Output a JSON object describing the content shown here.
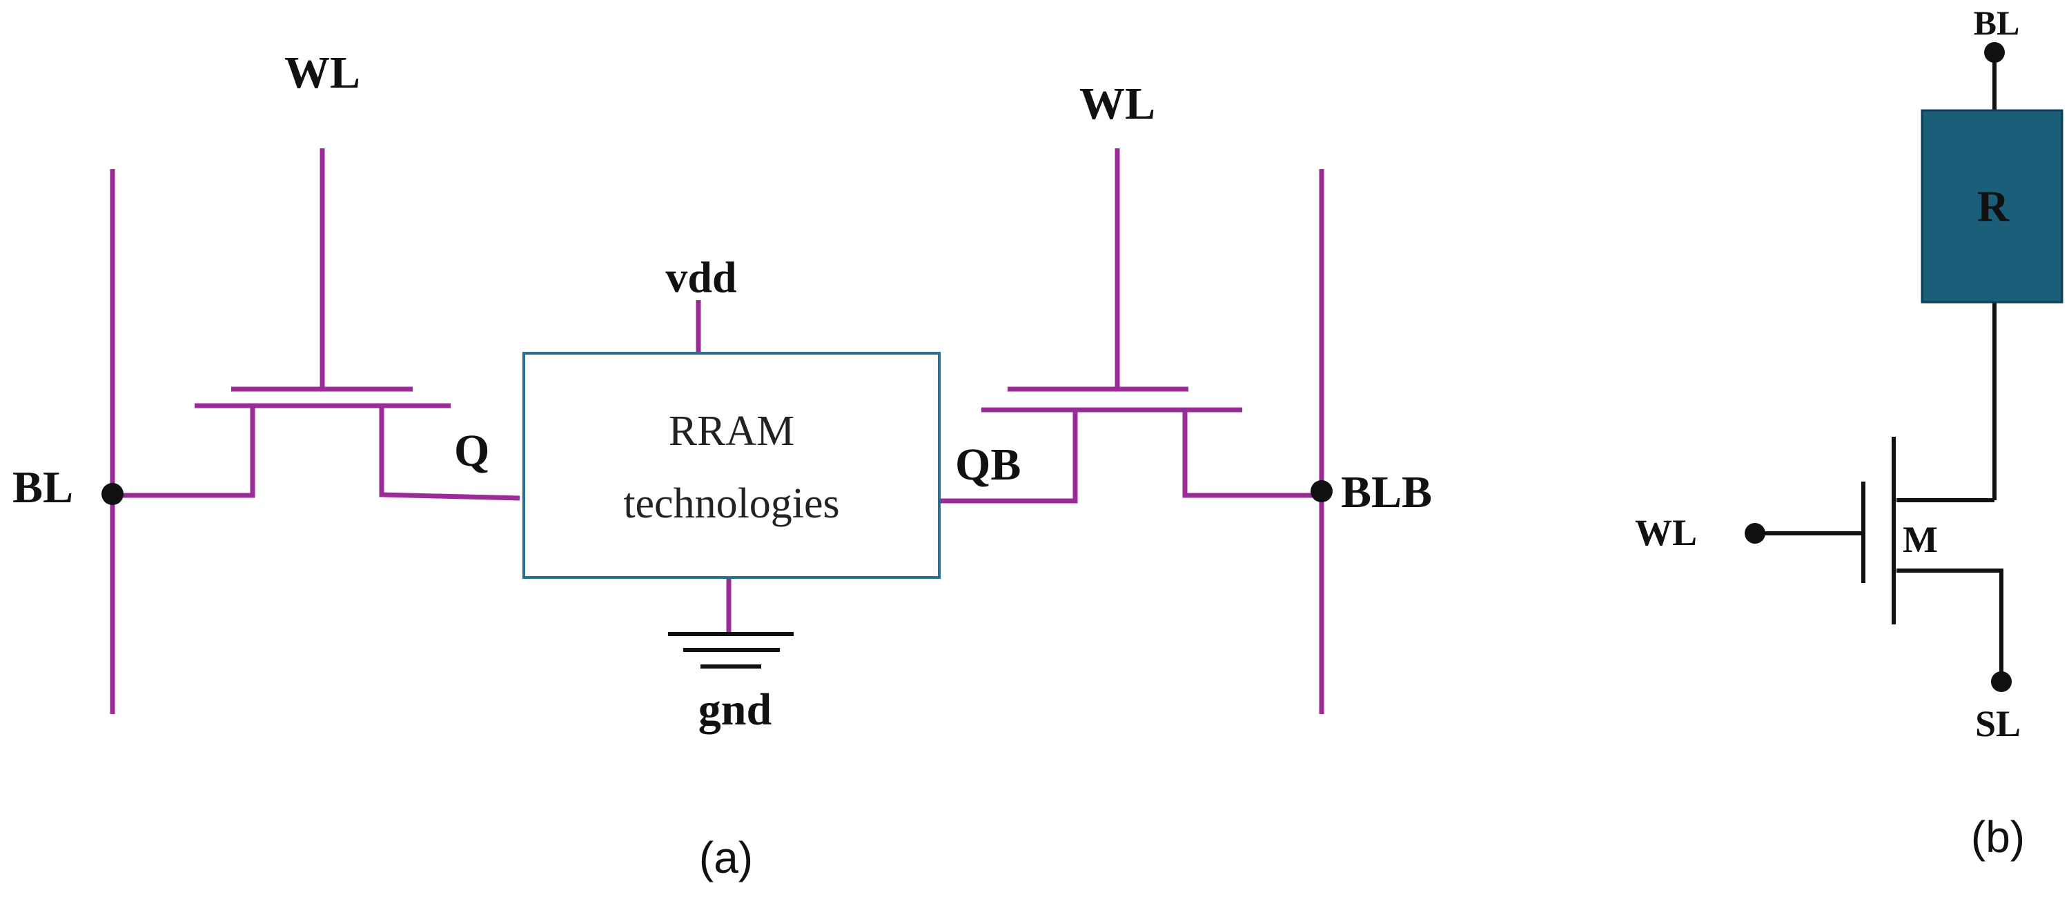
{
  "colors": {
    "wire_a": "#9b2b96",
    "box_stroke": "#2a6f8f",
    "black": "#111111",
    "resistor_fill": "#1b5e7a",
    "resistor_stroke": "#0f3f56"
  },
  "diagram_a": {
    "caption": "(a)",
    "left_wl": "WL",
    "right_wl": "WL",
    "vdd": "vdd",
    "gnd": "gnd",
    "bl": "BL",
    "blb": "BLB",
    "q": "Q",
    "qb": "QB",
    "box_line1": "RRAM",
    "box_line2": "technologies"
  },
  "diagram_b": {
    "caption": "(b)",
    "bl": "BL",
    "resistor": "R",
    "wl": "WL",
    "transistor": "M",
    "sl": "SL"
  }
}
